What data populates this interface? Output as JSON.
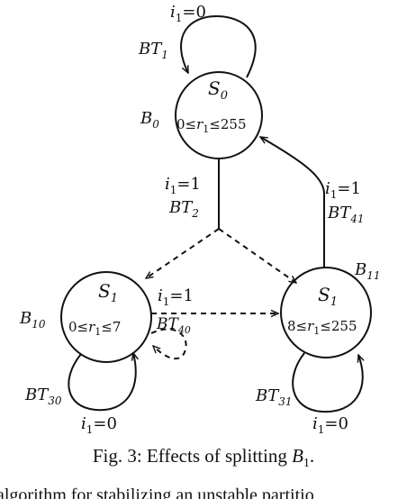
{
  "diagram": {
    "states": [
      {
        "name": "S",
        "sub": "0",
        "block": "B",
        "block_sub": "0",
        "range_lo": "0≤",
        "range_var": "r",
        "range_var_sub": "1",
        "range_hi": "≤255"
      },
      {
        "name": "S",
        "sub": "1",
        "block": "B",
        "block_sub": "10",
        "range_lo": "0≤",
        "range_var": "r",
        "range_var_sub": "1",
        "range_hi": "≤7"
      },
      {
        "name": "S",
        "sub": "1",
        "block": "B",
        "block_sub": "11",
        "range_lo": "8≤",
        "range_var": "r",
        "range_var_sub": "1",
        "range_hi": "≤255"
      }
    ],
    "transitions": {
      "bt1": {
        "base": "BT",
        "sub": "1"
      },
      "bt2": {
        "base": "BT",
        "sub": "2"
      },
      "bt30": {
        "base": "BT",
        "sub": "30"
      },
      "bt31": {
        "base": "BT",
        "sub": "31"
      },
      "bt40": {
        "base": "BT",
        "sub": "40"
      },
      "bt41": {
        "base": "BT",
        "sub": "41"
      }
    },
    "conditions": {
      "c_top": {
        "var": "i",
        "sub": "1",
        "rest": "=0"
      },
      "c_bt2": {
        "var": "i",
        "sub": "1",
        "rest": "=1"
      },
      "c_bt41": {
        "var": "i",
        "sub": "1",
        "rest": "=1"
      },
      "c_bt40": {
        "var": "i",
        "sub": "1",
        "rest": "=1"
      },
      "c_bt30": {
        "var": "i",
        "sub": "1",
        "rest": "=0"
      },
      "c_bt31": {
        "var": "i",
        "sub": "1",
        "rest": "=0"
      }
    }
  },
  "caption": {
    "prefix": "Fig. 3: Effects of splitting ",
    "var": "B",
    "sub": "1",
    "suffix": "."
  },
  "clipped_text": "algorithm for stabilizing an unstable partitio"
}
